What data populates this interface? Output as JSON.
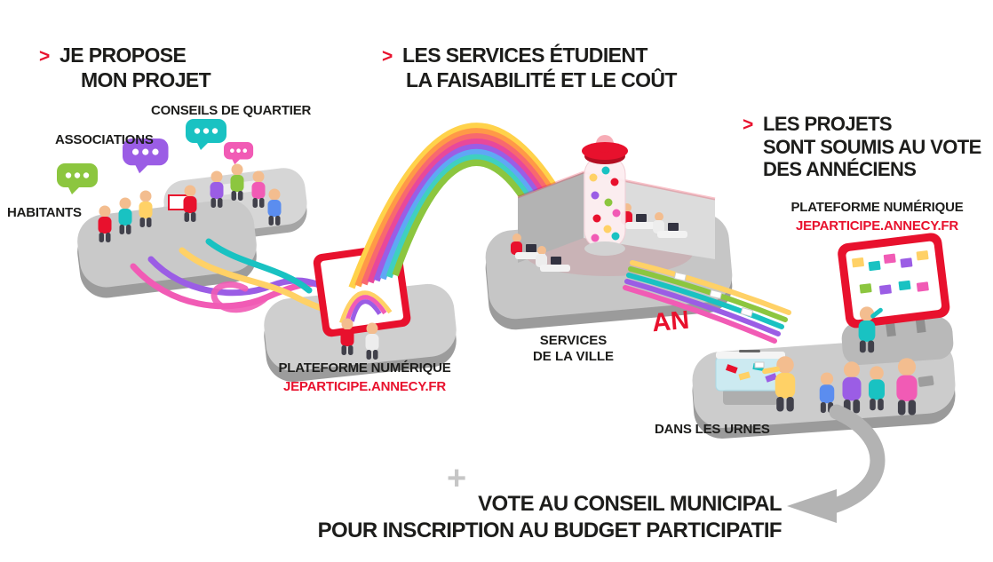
{
  "colors": {
    "accent_red": "#E8112D",
    "text_dark": "#1D1D1B",
    "platform_gray": "#C9C9C9"
  },
  "steps": [
    {
      "marker": ">",
      "title_lines": [
        "JE PROPOSE",
        "MON PROJET"
      ],
      "labels": {
        "conseils": "CONSEILS DE QUARTIER",
        "associations": "ASSOCIATIONS",
        "habitants": "HABITANTS"
      },
      "platform": {
        "name": "PLATEFORME NUMÉRIQUE",
        "url": "JEPARTICIPE.ANNECY.FR"
      }
    },
    {
      "marker": ">",
      "title_lines": [
        "LES SERVICES ÉTUDIENT",
        "LA FAISABILITÉ ET LE COÛT"
      ],
      "building_sign": "AN",
      "services_label_lines": [
        "SERVICES",
        "DE LA VILLE"
      ]
    },
    {
      "marker": ">",
      "title_lines": [
        "LES PROJETS",
        "SONT SOUMIS AU VOTE",
        "DES ANNÉCIENS"
      ],
      "platform": {
        "name": "PLATEFORME NUMÉRIQUE",
        "url": "JEPARTICIPE.ANNECY.FR"
      },
      "urns_label": "DANS LES URNES"
    }
  ],
  "footer": {
    "plus": "+",
    "lines": [
      "VOTE AU CONSEIL MUNICIPAL",
      "POUR INSCRIPTION AU BUDGET PARTICIPATIF"
    ]
  }
}
